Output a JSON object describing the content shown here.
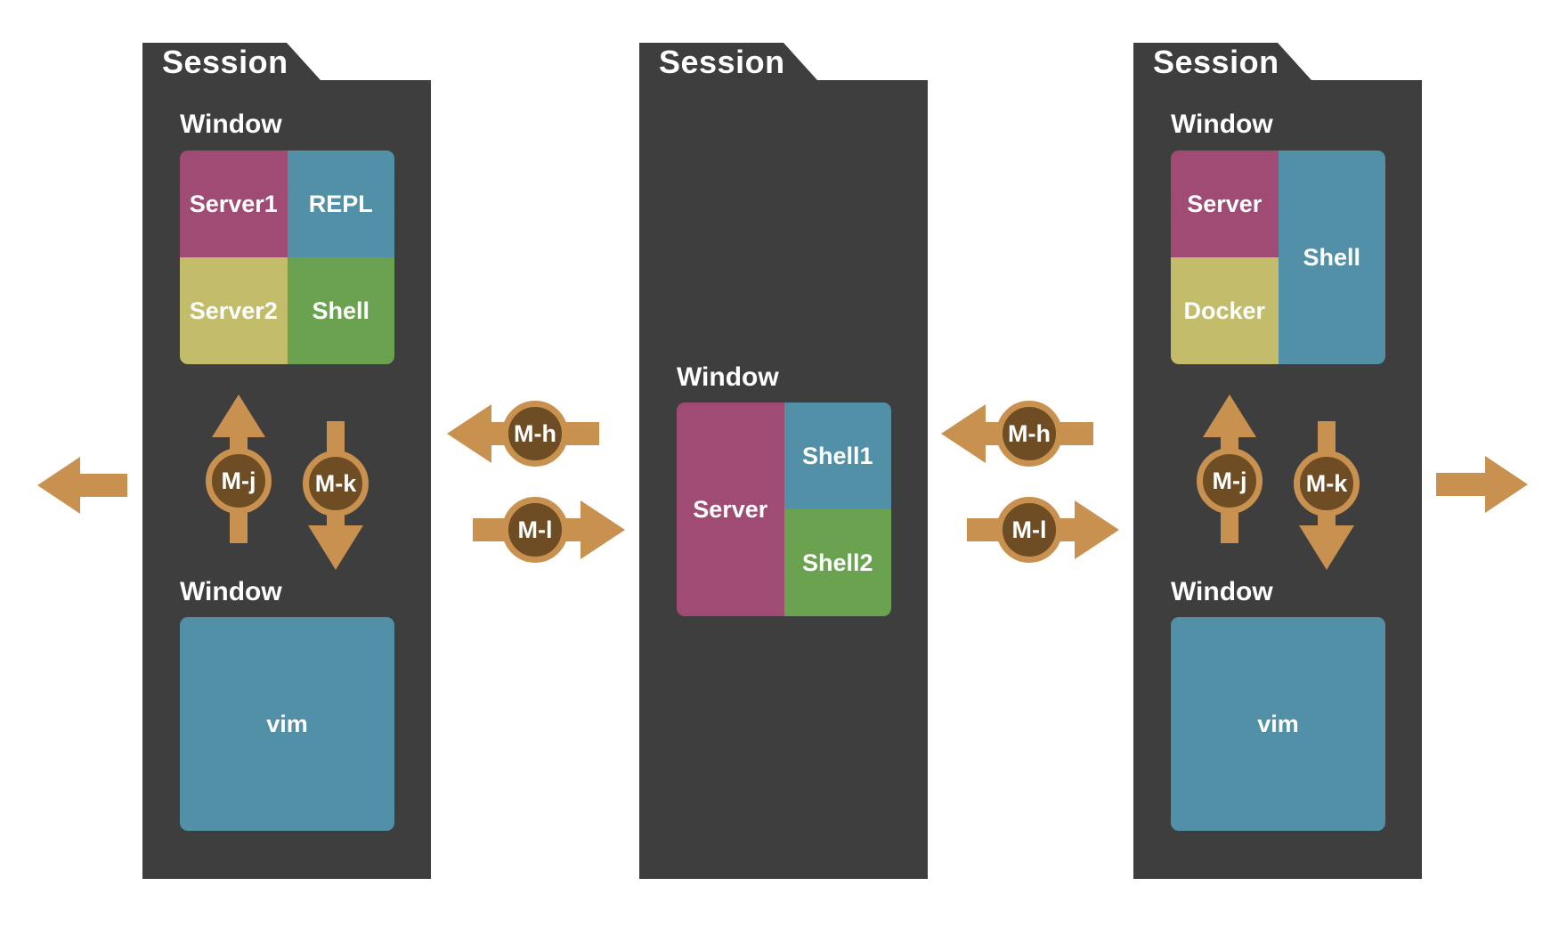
{
  "colors": {
    "panel": "#3e3e3e",
    "pane_magenta": "#9f4b73",
    "pane_blue": "#5290a7",
    "pane_yellow": "#c2bc6b",
    "pane_green": "#6aa24f",
    "arrow": "#c9914f",
    "badge_fill": "#6e4d24",
    "text": "#ffffff"
  },
  "sessions": [
    {
      "title": "Session",
      "windows": [
        {
          "label": "Window",
          "panes": [
            {
              "label": "Server1",
              "color": "pane_magenta"
            },
            {
              "label": "REPL",
              "color": "pane_blue"
            },
            {
              "label": "Server2",
              "color": "pane_yellow"
            },
            {
              "label": "Shell",
              "color": "pane_green"
            }
          ]
        },
        {
          "label": "Window",
          "panes": [
            {
              "label": "vim",
              "color": "pane_blue"
            }
          ]
        }
      ],
      "pane_shortcuts": [
        {
          "key": "M-j",
          "direction": "up"
        },
        {
          "key": "M-k",
          "direction": "down"
        }
      ]
    },
    {
      "title": "Session",
      "windows": [
        {
          "label": "Window",
          "panes": [
            {
              "label": "Server",
              "color": "pane_magenta"
            },
            {
              "label": "Shell1",
              "color": "pane_blue"
            },
            {
              "label": "Shell2",
              "color": "pane_green"
            }
          ]
        }
      ]
    },
    {
      "title": "Session",
      "windows": [
        {
          "label": "Window",
          "panes": [
            {
              "label": "Server",
              "color": "pane_magenta"
            },
            {
              "label": "Shell",
              "color": "pane_blue"
            },
            {
              "label": "Docker",
              "color": "pane_yellow"
            }
          ]
        },
        {
          "label": "Window",
          "panes": [
            {
              "label": "vim",
              "color": "pane_blue"
            }
          ]
        }
      ],
      "pane_shortcuts": [
        {
          "key": "M-j",
          "direction": "up"
        },
        {
          "key": "M-k",
          "direction": "down"
        }
      ]
    }
  ],
  "session_shortcuts": {
    "left_gap": [
      {
        "key": "M-h",
        "direction": "left"
      },
      {
        "key": "M-l",
        "direction": "right"
      }
    ],
    "right_gap": [
      {
        "key": "M-h",
        "direction": "left"
      },
      {
        "key": "M-l",
        "direction": "right"
      }
    ]
  }
}
